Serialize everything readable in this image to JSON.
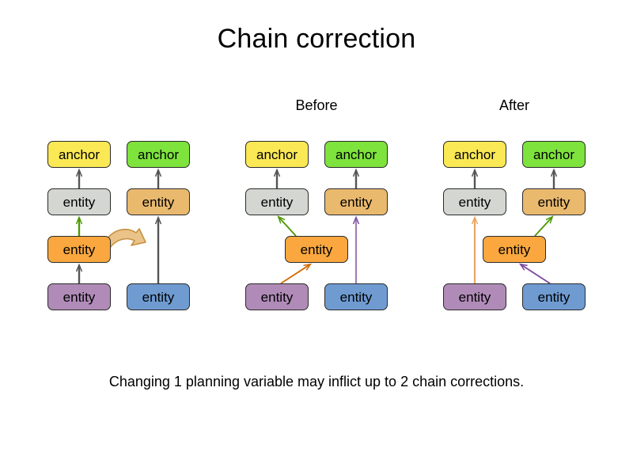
{
  "slide": {
    "title": "Chain correction",
    "caption": "Changing 1 planning variable may inflict up to 2 chain corrections.",
    "background": "#ffffff"
  },
  "labels": {
    "before": "Before",
    "after": "After"
  },
  "colors": {
    "anchor_yellow": "#fae855",
    "anchor_green": "#7ee33c",
    "entity_gray": "#d3d6d1",
    "entity_tan": "#e9b96e",
    "entity_orange": "#f9a73e",
    "entity_purple": "#b08bb8",
    "entity_blue": "#6f9bd1",
    "node_border": "#2b2b2b",
    "edge_gray": "#555555",
    "edge_green": "#4e9a06",
    "edge_orange": "#d26c08",
    "edge_purple": "#6a3a8e",
    "edge_light_orange": "#e8a664",
    "edge_light_purple": "#7b4a9e",
    "curved_arrow_fill": "#e9c38a",
    "curved_arrow_stroke": "#c8913f",
    "text": "#000000"
  },
  "groups": [
    {
      "id": "initial",
      "label": "",
      "nodes": [
        {
          "id": "g1-anchor-left",
          "text": "anchor",
          "type": "anchor",
          "color": "#fae855"
        },
        {
          "id": "g1-anchor-right",
          "text": "anchor",
          "type": "anchor",
          "color": "#7ee33c"
        },
        {
          "id": "g1-entity-gray",
          "text": "entity",
          "type": "entity",
          "color": "#d3d6d1"
        },
        {
          "id": "g1-entity-tan",
          "text": "entity",
          "type": "entity",
          "color": "#e9b96e"
        },
        {
          "id": "g1-entity-orange",
          "text": "entity",
          "type": "entity",
          "color": "#f9a73e"
        },
        {
          "id": "g1-entity-purple",
          "text": "entity",
          "type": "entity",
          "color": "#b08bb8"
        },
        {
          "id": "g1-entity-blue",
          "text": "entity",
          "type": "entity",
          "color": "#6f9bd1"
        }
      ],
      "edges": [
        {
          "from": "g1-entity-gray",
          "to": "g1-anchor-left",
          "color": "#555555"
        },
        {
          "from": "g1-entity-tan",
          "to": "g1-anchor-right",
          "color": "#555555"
        },
        {
          "from": "g1-entity-orange",
          "to": "g1-entity-gray",
          "color": "#4e9a06"
        },
        {
          "from": "g1-entity-purple",
          "to": "g1-entity-orange",
          "color": "#555555"
        },
        {
          "from": "g1-entity-blue",
          "to": "g1-entity-tan",
          "color": "#555555"
        }
      ],
      "annotation": "curved-move-arrow"
    },
    {
      "id": "before",
      "label": "Before",
      "nodes": [
        {
          "id": "g2-anchor-left",
          "text": "anchor",
          "type": "anchor",
          "color": "#fae855"
        },
        {
          "id": "g2-anchor-right",
          "text": "anchor",
          "type": "anchor",
          "color": "#7ee33c"
        },
        {
          "id": "g2-entity-gray",
          "text": "entity",
          "type": "entity",
          "color": "#d3d6d1"
        },
        {
          "id": "g2-entity-tan",
          "text": "entity",
          "type": "entity",
          "color": "#e9b96e"
        },
        {
          "id": "g2-entity-orange",
          "text": "entity",
          "type": "entity",
          "color": "#f9a73e"
        },
        {
          "id": "g2-entity-purple",
          "text": "entity",
          "type": "entity",
          "color": "#b08bb8"
        },
        {
          "id": "g2-entity-blue",
          "text": "entity",
          "type": "entity",
          "color": "#6f9bd1"
        }
      ],
      "edges": [
        {
          "from": "g2-entity-gray",
          "to": "g2-anchor-left",
          "color": "#555555"
        },
        {
          "from": "g2-entity-tan",
          "to": "g2-anchor-right",
          "color": "#555555"
        },
        {
          "from": "g2-entity-orange",
          "to": "g2-entity-gray",
          "color": "#4e9a06"
        },
        {
          "from": "g2-entity-purple",
          "to": "g2-entity-orange",
          "color": "#d26c08"
        },
        {
          "from": "g2-entity-blue",
          "to": "g2-entity-tan",
          "color": "#7b4a9e"
        }
      ]
    },
    {
      "id": "after",
      "label": "After",
      "nodes": [
        {
          "id": "g3-anchor-left",
          "text": "anchor",
          "type": "anchor",
          "color": "#fae855"
        },
        {
          "id": "g3-anchor-right",
          "text": "anchor",
          "type": "anchor",
          "color": "#7ee33c"
        },
        {
          "id": "g3-entity-gray",
          "text": "entity",
          "type": "entity",
          "color": "#d3d6d1"
        },
        {
          "id": "g3-entity-tan",
          "text": "entity",
          "type": "entity",
          "color": "#e9b96e"
        },
        {
          "id": "g3-entity-orange",
          "text": "entity",
          "type": "entity",
          "color": "#f9a73e"
        },
        {
          "id": "g3-entity-purple",
          "text": "entity",
          "type": "entity",
          "color": "#b08bb8"
        },
        {
          "id": "g3-entity-blue",
          "text": "entity",
          "type": "entity",
          "color": "#6f9bd1"
        }
      ],
      "edges": [
        {
          "from": "g3-entity-gray",
          "to": "g3-anchor-left",
          "color": "#555555"
        },
        {
          "from": "g3-entity-tan",
          "to": "g3-anchor-right",
          "color": "#555555"
        },
        {
          "from": "g3-entity-purple",
          "to": "g3-entity-gray",
          "color": "#e8a664"
        },
        {
          "from": "g3-entity-orange",
          "to": "g3-entity-tan",
          "color": "#4e9a06"
        },
        {
          "from": "g3-entity-blue",
          "to": "g3-entity-orange",
          "color": "#7b4a9e"
        }
      ]
    }
  ]
}
